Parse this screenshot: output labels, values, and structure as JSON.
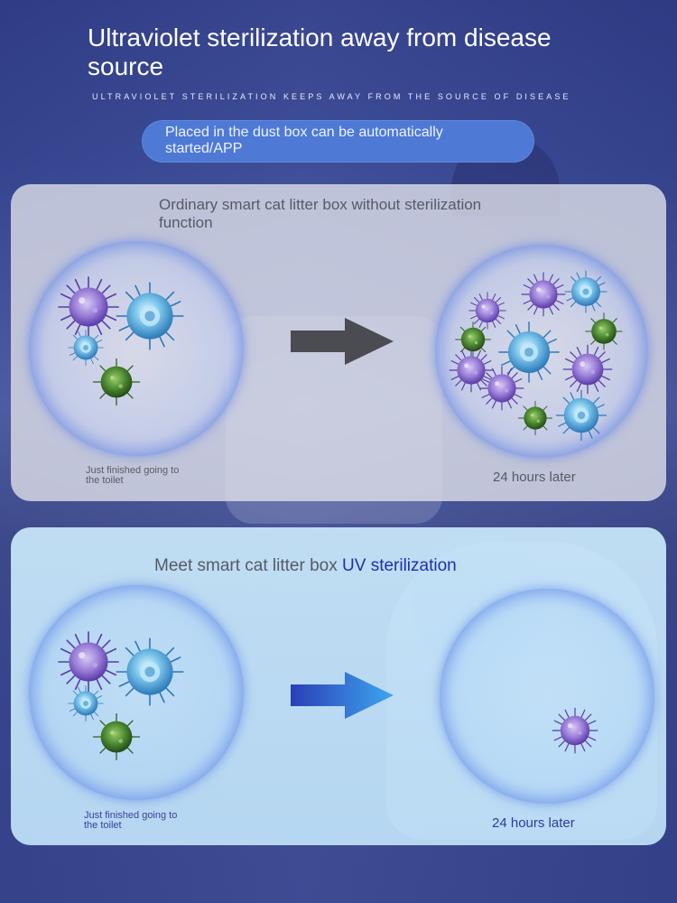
{
  "header": {
    "title": "Ultraviolet sterilization away from disease source",
    "subtitle": "ULTRAVIOLET STERILIZATION KEEPS AWAY FROM THE SOURCE OF DISEASE",
    "pill_text": "Placed in the dust box can be automatically started/APP"
  },
  "panel_without": {
    "heading": "Ordinary smart cat litter box without sterilization function",
    "before_caption": "Just finished going to the toilet",
    "after_caption": "24 hours later"
  },
  "panel_with": {
    "heading_prefix": "Meet smart cat litter box",
    "heading_highlight": "UV sterilization",
    "before_caption": "Just finished going to the toilet",
    "after_caption": "24 hours later"
  },
  "icons": {
    "virus_purple": "virus-icon",
    "virus_blue": "virus-icon",
    "virus_green": "virus-icon",
    "arrow": "arrow-right-icon"
  },
  "colors": {
    "background": "#3a4790",
    "pill": "#4e7ad6",
    "highlight": "#2130a8",
    "virus_purple": "#8a6fd0",
    "virus_blue": "#4fa6dc",
    "virus_green": "#3f7a2e"
  }
}
